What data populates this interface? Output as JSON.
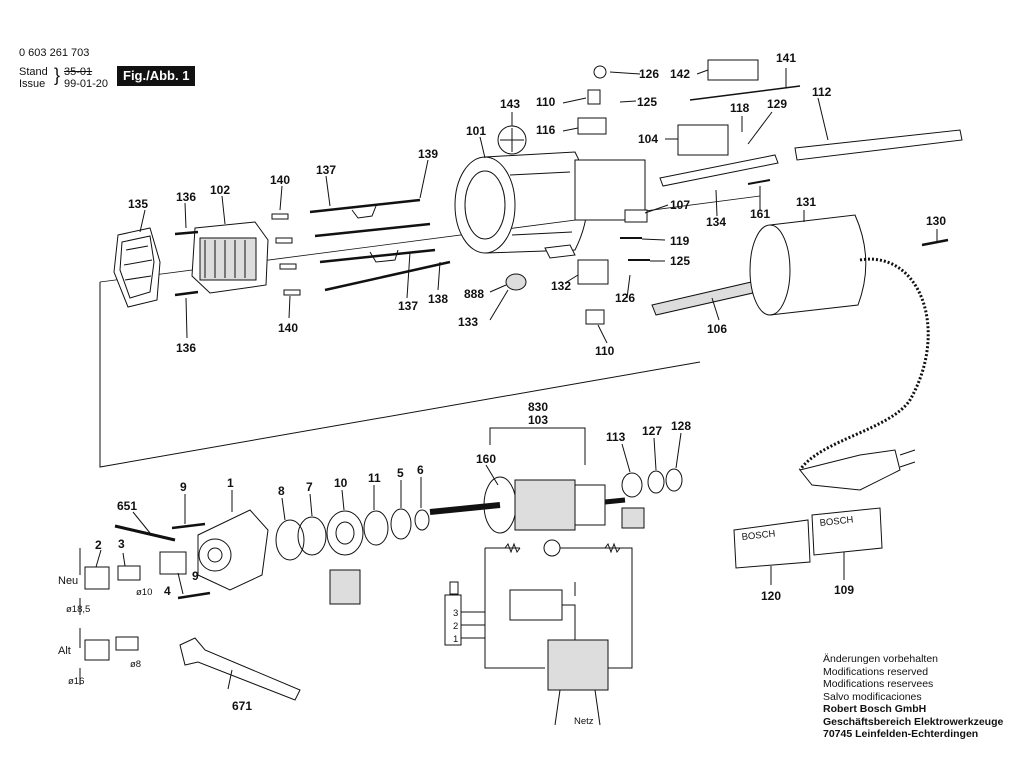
{
  "header": {
    "part_number": "0 603 261 703",
    "stand_label": "Stand",
    "issue_label": "Issue",
    "stand_value": "35-01",
    "issue_value": "99-01-20",
    "figure_label": "Fig./Abb. 1"
  },
  "parts": {
    "p1": "1",
    "p2": "2",
    "p3": "3",
    "p4": "4",
    "p5": "5",
    "p6": "6",
    "p7": "7",
    "p8": "8",
    "p9a": "9",
    "p9b": "9",
    "p10": "10",
    "p11": "11",
    "p101": "101",
    "p102": "102",
    "p103": "103",
    "p104": "104",
    "p106": "106",
    "p107": "107",
    "p109": "109",
    "p110a": "110",
    "p110b": "110",
    "p112": "112",
    "p113": "113",
    "p116": "116",
    "p118": "118",
    "p119": "119",
    "p120": "120",
    "p125a": "125",
    "p125b": "125",
    "p126a": "126",
    "p126b": "126",
    "p127": "127",
    "p128": "128",
    "p129": "129",
    "p130": "130",
    "p131": "131",
    "p132": "132",
    "p133": "133",
    "p134": "134",
    "p135": "135",
    "p136a": "136",
    "p136b": "136",
    "p137a": "137",
    "p137b": "137",
    "p138": "138",
    "p139": "139",
    "p140a": "140",
    "p140b": "140",
    "p141": "141",
    "p142": "142",
    "p143": "143",
    "p160": "160",
    "p161": "161",
    "p651": "651",
    "p671": "671",
    "p830": "830",
    "p888": "888"
  },
  "labels": {
    "neu": "Neu",
    "alt": "Alt",
    "d185": "ø18,5",
    "d10": "ø10",
    "d16": "ø16",
    "d8": "ø8",
    "netz": "Netz",
    "t1": "1",
    "t2": "2",
    "t3": "3",
    "bosch1": "BOSCH",
    "bosch2": "BOSCH"
  },
  "notes": {
    "line1": "Änderungen vorbehalten",
    "line2": "Modifications reserved",
    "line3": "Modifications reservees",
    "line4": "Salvo modificaciones",
    "company": "Robert Bosch GmbH",
    "division": "Geschäftsbereich Elektrowerkzeuge",
    "address": "70745 Leinfelden-Echterdingen"
  }
}
